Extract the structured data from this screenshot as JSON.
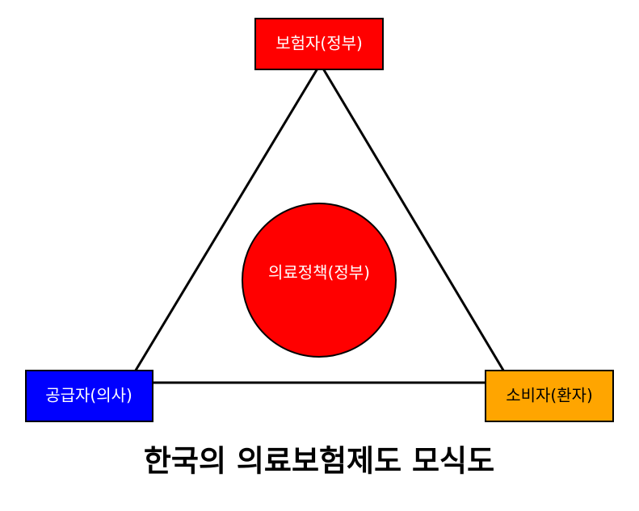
{
  "nodes": {
    "insurer": {
      "label": "보험자(정부)",
      "fill": "#ff0000",
      "text_color": "#ffffff"
    },
    "provider": {
      "label": "공급자(의사)",
      "fill": "#0000ff",
      "text_color": "#ffffff"
    },
    "consumer": {
      "label": "소비자(환자)",
      "fill": "#ffa500",
      "text_color": "#000000"
    },
    "policy": {
      "label": "의료정책(정부)",
      "fill": "#ff0000",
      "text_color": "#ffffff"
    }
  },
  "edges": [
    {
      "from": "insurer",
      "to": "provider"
    },
    {
      "from": "insurer",
      "to": "consumer"
    },
    {
      "from": "provider",
      "to": "consumer"
    }
  ],
  "caption": "한국의 의료보험제도 모식도",
  "colors": {
    "line": "#000000",
    "border": "#000000",
    "background": "#ffffff"
  }
}
